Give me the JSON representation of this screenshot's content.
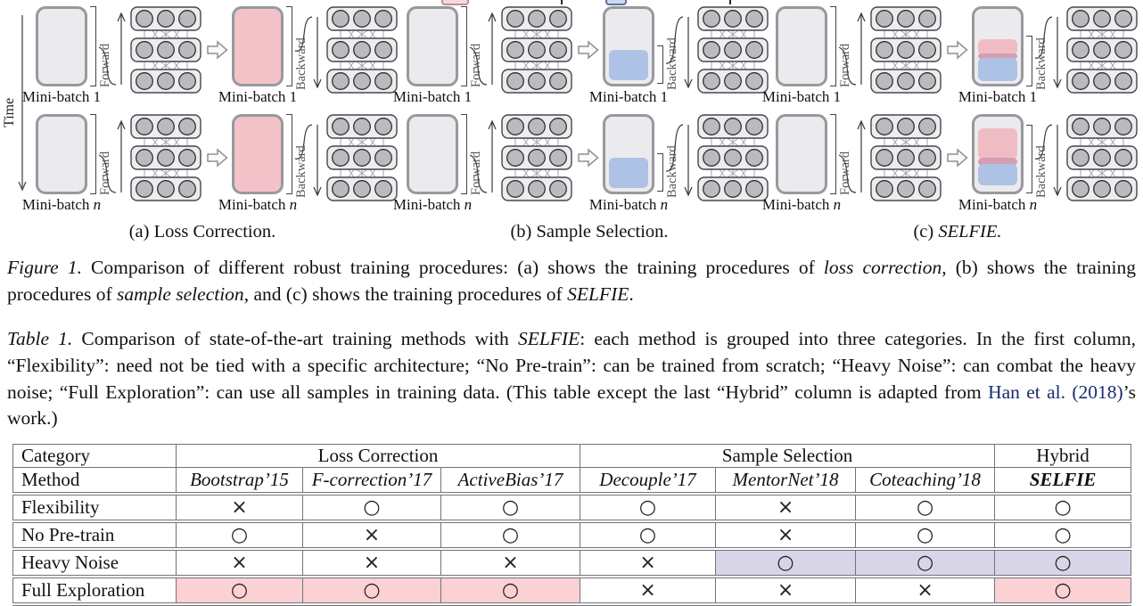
{
  "colors": {
    "loss_corrected_pink": "#f3c2c8",
    "selected_clean_blue": "#aec2e5",
    "refurbished_band": "#d49fb2",
    "minibatch_gray": "#ebebee",
    "minibatch_border": "#98989e",
    "table_highlight_purple": "#d9d5e9",
    "table_highlight_pink": "#fbd1d3",
    "citation_blue": "#1b2c6e"
  },
  "figure": {
    "time_label": "Time",
    "forward_label": "Forward",
    "backward_label": "Backward",
    "minibatch_prefix": "Mini-batch",
    "batch_first": "1",
    "batch_last": "n",
    "panels": [
      {
        "tag": "(a)",
        "title": "Loss Correction."
      },
      {
        "tag": "(b)",
        "title": "Sample Selection."
      },
      {
        "tag": "(c)",
        "title": "SELFIE."
      }
    ]
  },
  "figure_caption": {
    "label": "Figure 1.",
    "part1": " Comparison of different robust training procedures: (a) shows the training procedures of ",
    "em1": "loss correction",
    "part2": ", (b) shows the training procedures of ",
    "em2": "sample selection",
    "part3": ", and (c) shows the training procedures of ",
    "em3": "SELFIE",
    "part4": "."
  },
  "table_caption": {
    "label": "Table 1.",
    "part1": " Comparison of state-of-the-art training methods with ",
    "em1": "SELFIE",
    "part2": ": each method is grouped into three categories. In the first column, “Flexibility”: need not be tied with a specific architecture; “No Pre-train”: can be trained from scratch; “Heavy Noise”: can combat the heavy noise; “Full Exploration”: can use all samples in training data. (This table except the last “Hybrid” column is adapted from ",
    "citation": "Han et al. (2018)",
    "part3": "’s work.)"
  },
  "table": {
    "category_header": "Category",
    "method_header": "Method",
    "groups": [
      "Loss Correction",
      "Sample Selection",
      "Hybrid"
    ],
    "methods": [
      "Bootstrap’15",
      "F-correction’17",
      "ActiveBias’17",
      "Decouple’17",
      "MentorNet’18",
      "Coteaching’18",
      "SELFIE"
    ],
    "rows": [
      {
        "label": "Flexibility",
        "cells": [
          "×",
          "○",
          "○",
          "○",
          "×",
          "○",
          "○"
        ]
      },
      {
        "label": "No Pre-train",
        "cells": [
          "○",
          "×",
          "○",
          "○",
          "×",
          "○",
          "○"
        ]
      },
      {
        "label": "Heavy Noise",
        "cells": [
          "×",
          "×",
          "×",
          "×",
          "○",
          "○",
          "○"
        ]
      },
      {
        "label": "Full Exploration",
        "cells": [
          "○",
          "○",
          "○",
          "×",
          "×",
          "×",
          "○"
        ]
      }
    ]
  }
}
